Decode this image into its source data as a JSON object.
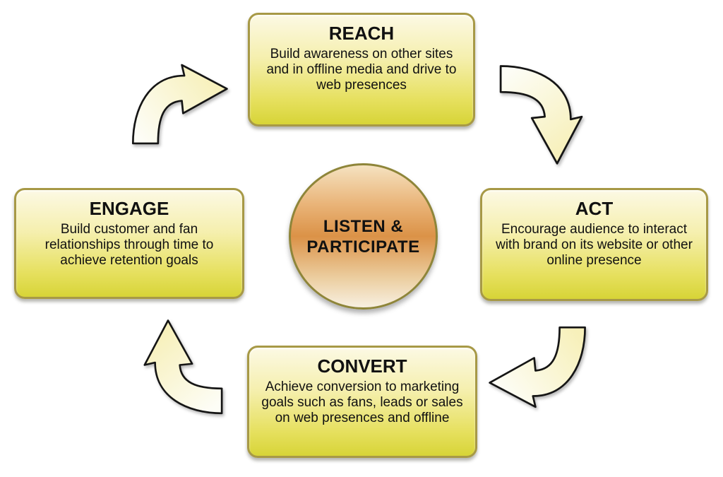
{
  "center": {
    "line1": "LISTEN &",
    "line2": "PARTICIPATE"
  },
  "nodes": {
    "reach": {
      "title": "REACH",
      "body": "Build awareness on other sites and in offline media and drive to web presences"
    },
    "act": {
      "title": "ACT",
      "body": "Encourage audience to interact with brand on its website or other online presence"
    },
    "convert": {
      "title": "CONVERT",
      "body": "Achieve conversion to marketing goals such as fans, leads or sales on web presences and offline"
    },
    "engage": {
      "title": "ENGAGE",
      "body": "Build customer and fan relationships through time to achieve retention goals"
    }
  },
  "arrows": [
    {
      "name": "engage-to-reach",
      "from": "ENGAGE",
      "to": "REACH"
    },
    {
      "name": "reach-to-act",
      "from": "REACH",
      "to": "ACT"
    },
    {
      "name": "act-to-convert",
      "from": "ACT",
      "to": "CONVERT"
    },
    {
      "name": "convert-to-engage",
      "from": "CONVERT",
      "to": "ENGAGE"
    }
  ],
  "colors": {
    "background": "#ffffff",
    "text": "#111111",
    "box_border": "#a79946",
    "box_gradient_top": "#fcf9e4",
    "box_gradient_bottom": "#d7d437",
    "circle_border": "#8e8539",
    "circle_gradient_top": "#f5e2c0",
    "circle_gradient_mid": "#db9247",
    "circle_gradient_bottom": "#f8f0e1",
    "arrow_fill_light": "#fdfdf6",
    "arrow_fill_cream": "#f7f0ba",
    "arrow_outline": "#151515"
  }
}
